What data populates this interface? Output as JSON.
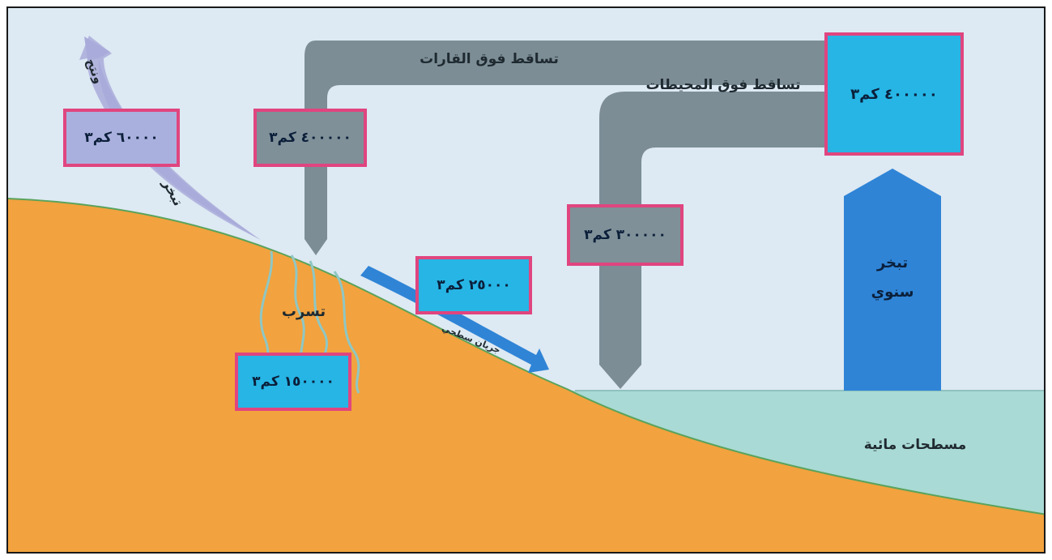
{
  "labels": {
    "precip_land": "تساقط فوق القارات",
    "precip_ocean": "تساقط فوق المحيطات",
    "evap_land": "تبخر",
    "transpiration": "ونتح",
    "infiltration": "تسرب",
    "surface_runoff": "جريان سطحي",
    "annual_evap_line1": "تبخر",
    "annual_evap_line2": "سنوي",
    "water_surfaces": "مسطحات مائية"
  },
  "values": {
    "evapotranspiration": "٦٠٠٠٠ كم٣",
    "precip_land": "٤٠٠٠٠٠ كم٣",
    "precip_ocean": "٣٠٠٠٠٠ كم٣",
    "runoff": "٢٥٠٠٠ كم٣",
    "infiltration": "١٥٠٠٠٠ كم٣",
    "ocean_evap": "٤٠٠٠٠٠ كم٣"
  },
  "colors": {
    "sky": "#dde9f3",
    "land": "#f2a23e",
    "water": "#a9dad5",
    "precip_arrow": "#7c8d96",
    "evap_arrow": "#2f84d6",
    "transpiration_arrow": "#a9acd9",
    "box_border": "#e0457f",
    "box_cyan": "#26b5e5",
    "box_gray": "#7f9098",
    "box_lavender": "#aab0de"
  }
}
